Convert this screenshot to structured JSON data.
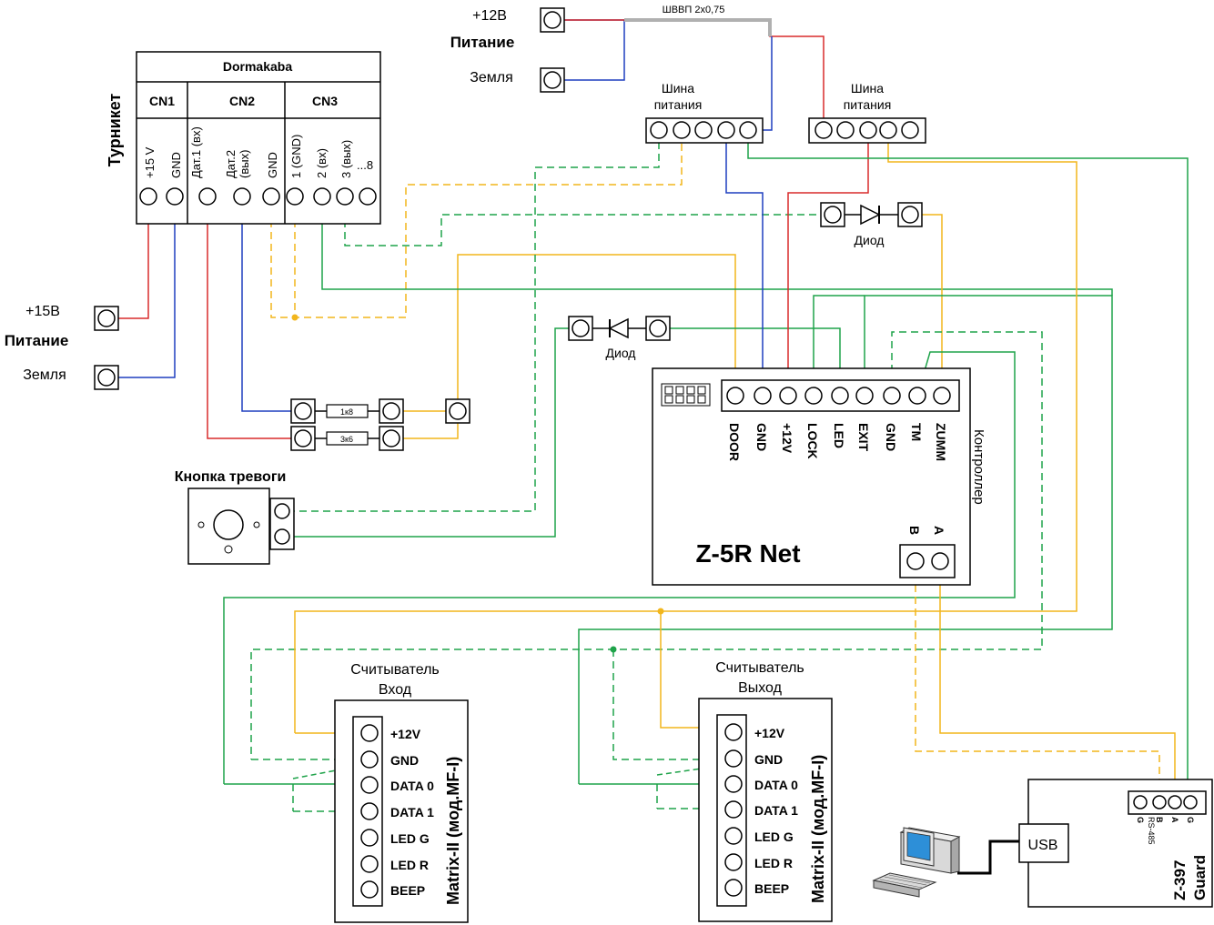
{
  "power_top": {
    "voltage": "+12В",
    "title": "Питание",
    "ground": "Земля",
    "cable": "ШВВП 2х0,75"
  },
  "power_left": {
    "voltage": "+15В",
    "title": "Питание",
    "ground": "Земля"
  },
  "bus1": {
    "line1": "Шина",
    "line2": "питания"
  },
  "bus2": {
    "line1": "Шина",
    "line2": "питания"
  },
  "turnstile": {
    "side_label": "Турникет",
    "brand": "Dormakaba",
    "connectors": [
      "CN1",
      "CN2",
      "CN3"
    ],
    "pins": [
      "+15 V",
      "GND",
      "Дат.1 (вх)",
      "Дат.2 (вых)",
      "GND",
      "1 (GND)",
      "2 (вх)",
      "3 (вых)",
      "...8"
    ]
  },
  "diode1": "Диод",
  "diode2": "Диод",
  "resistors": [
    "1к8",
    "3к6"
  ],
  "alarm_button": "Кнопка тревоги",
  "controller": {
    "name": "Z-5R Net",
    "side_label": "Контроллер",
    "pins": [
      "DOOR",
      "GND",
      "+12V",
      "LOCK",
      "LED",
      "EXIT",
      "GND",
      "TM",
      "ZUMM"
    ],
    "rs485": [
      "B",
      "A"
    ]
  },
  "reader_in": {
    "title1": "Считыватель",
    "title2": "Вход",
    "model": "Matrix-II (мод.MF-I)",
    "pins": [
      "+12V",
      "GND",
      "DATA 0",
      "DATA 1",
      "LED G",
      "LED R",
      "BEEP"
    ]
  },
  "reader_out": {
    "title1": "Считыватель",
    "title2": "Выход",
    "model": "Matrix-II (мод.MF-I)",
    "pins": [
      "+12V",
      "GND",
      "DATA 0",
      "DATA 1",
      "LED G",
      "LED R",
      "BEEP"
    ]
  },
  "guard": {
    "name1": "Z-397",
    "name2": "Guard",
    "usb": "USB",
    "pins": [
      "G",
      "B",
      "A",
      "G"
    ],
    "rs_label": "RS-485"
  },
  "colors": {
    "red": "#d92b2b",
    "blue": "#1f3fbf",
    "green": "#1fa34a",
    "yellow": "#f2b61c",
    "gray": "#b0b0b0"
  }
}
